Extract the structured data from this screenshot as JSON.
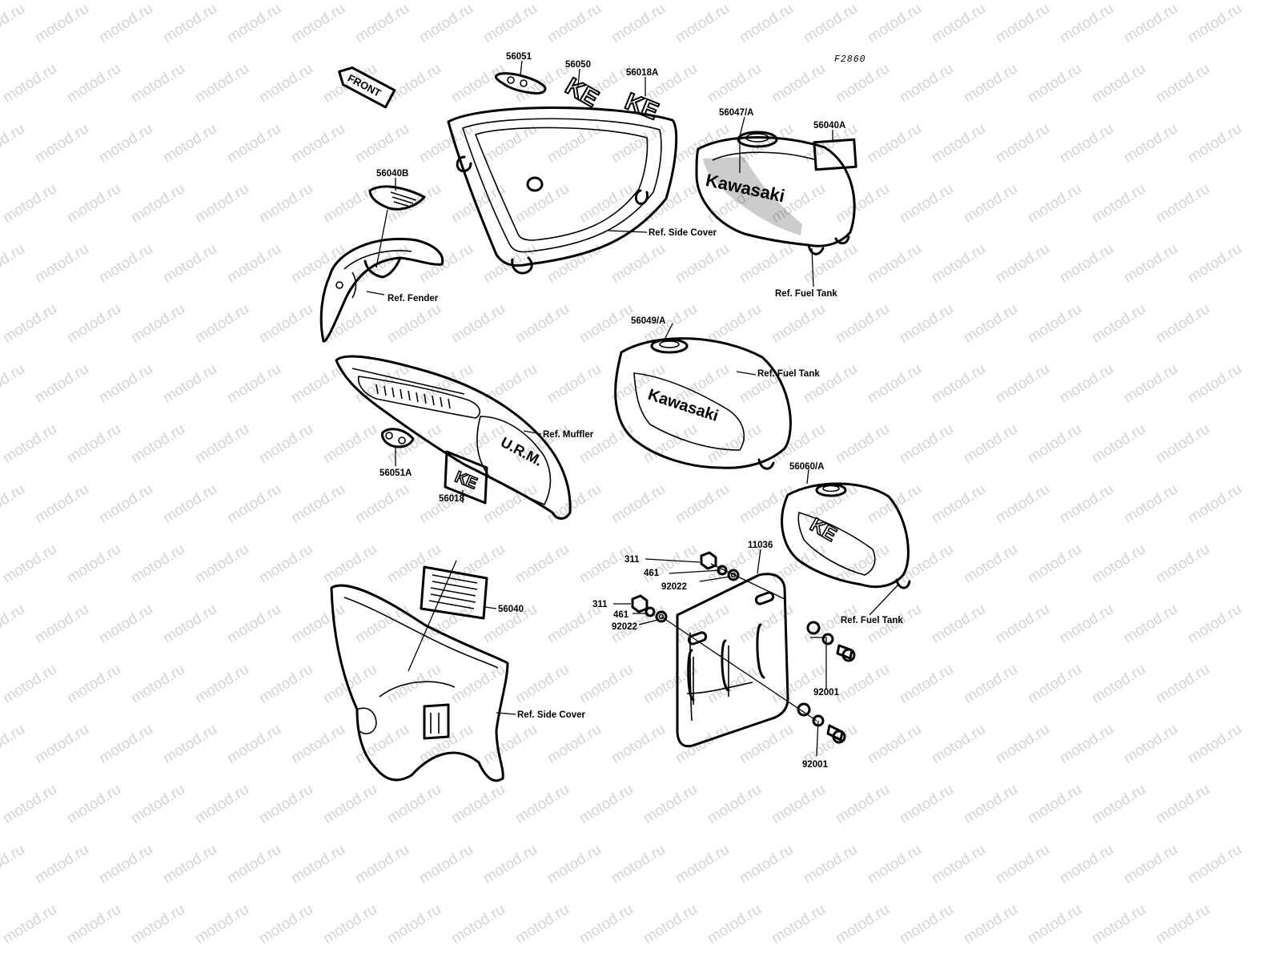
{
  "figure_id": "F2860",
  "watermark": "motod.ru",
  "front_arrow": "FRONT",
  "decal_texts": {
    "ke": "KE",
    "kawasaki": "Kawasaki",
    "ke_lower": "KE",
    "muffler_logo": "U.R.M."
  },
  "callouts": [
    {
      "id": "56051",
      "text": "56051"
    },
    {
      "id": "56050",
      "text": "56050"
    },
    {
      "id": "56018A",
      "text": "56018A"
    },
    {
      "id": "56047A",
      "text": "56047/A"
    },
    {
      "id": "56040A",
      "text": "56040A"
    },
    {
      "id": "56040B",
      "text": "56040B"
    },
    {
      "id": "ref-side-cover-top",
      "text": "Ref. Side Cover"
    },
    {
      "id": "ref-fender",
      "text": "Ref. Fender"
    },
    {
      "id": "ref-fuel-tank-1",
      "text": "Ref. Fuel Tank"
    },
    {
      "id": "56049A",
      "text": "56049/A"
    },
    {
      "id": "ref-fuel-tank-2",
      "text": "Ref. Fuel Tank"
    },
    {
      "id": "ref-muffler",
      "text": "Ref. Muffler"
    },
    {
      "id": "56051A",
      "text": "56051A"
    },
    {
      "id": "56018",
      "text": "56018"
    },
    {
      "id": "56060A",
      "text": "56060/A"
    },
    {
      "id": "311-a",
      "text": "311"
    },
    {
      "id": "461-a",
      "text": "461"
    },
    {
      "id": "92022-a",
      "text": "92022"
    },
    {
      "id": "11036",
      "text": "11036"
    },
    {
      "id": "311-b",
      "text": "311"
    },
    {
      "id": "461-b",
      "text": "461"
    },
    {
      "id": "92022-b",
      "text": "92022"
    },
    {
      "id": "56040",
      "text": "56040"
    },
    {
      "id": "ref-fuel-tank-3",
      "text": "Ref. Fuel Tank"
    },
    {
      "id": "92001-a",
      "text": "92001"
    },
    {
      "id": "ref-side-cover-bottom",
      "text": "Ref. Side Cover"
    },
    {
      "id": "92001-b",
      "text": "92001"
    }
  ]
}
